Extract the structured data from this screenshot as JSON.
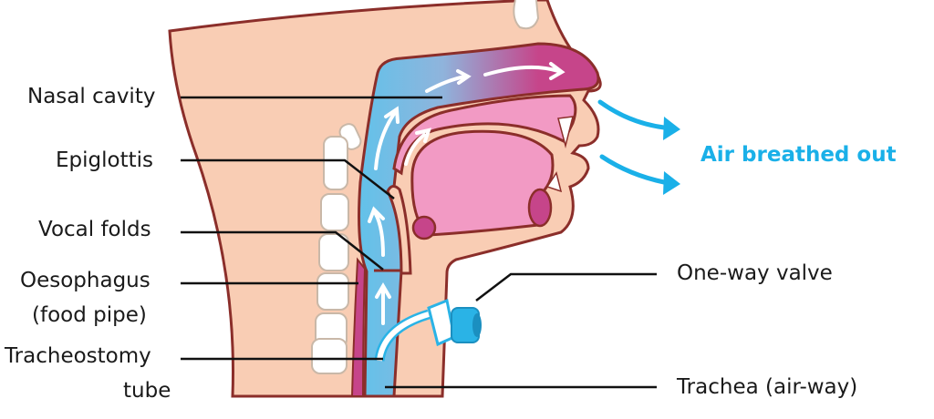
{
  "labels": {
    "nasal_cavity": "Nasal cavity",
    "epiglottis": "Epiglottis",
    "vocal_folds": "Vocal folds",
    "oesophagus": "Oesophagus",
    "food_pipe": "(food pipe)",
    "tracheostomy": "Tracheostomy",
    "tube": "tube",
    "one_way_valve": "One-way valve",
    "trachea": "Trachea (air-way)",
    "air_out": "Air breathed out"
  },
  "colors": {
    "skin": "#f9cdb4",
    "outline": "#8b2e2a",
    "airway_blue": "#62c2ea",
    "nasal_magenta": "#c6458a",
    "tongue_pink": "#f29ac4",
    "air_arrow": "#1ab0e8",
    "valve": "#2ab3e6"
  }
}
